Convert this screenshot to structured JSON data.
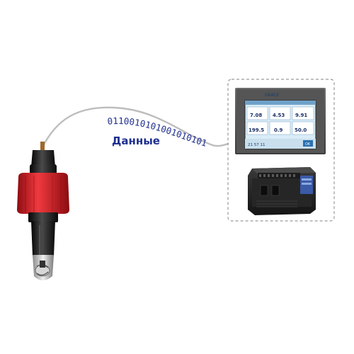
{
  "binary_string": "0110010101001010101011",
  "data_label": "Данные",
  "hmi": {
    "brand": "OKACE",
    "readings": [
      "7.08",
      "4.53",
      "9.91",
      "199.5",
      "0.9",
      "50.0"
    ],
    "footer_left": "21 57 11",
    "footer_right": "OK"
  },
  "colors": {
    "text_blue": "#1f2f8f",
    "cable": "#b9b9b9",
    "sensor_red": "#d61f26",
    "sensor_black": "#1a1a1a",
    "dashed_border": "#9a9a9a"
  },
  "icons": [
    "ph-sensor",
    "hmi-panel",
    "plc-controller"
  ]
}
